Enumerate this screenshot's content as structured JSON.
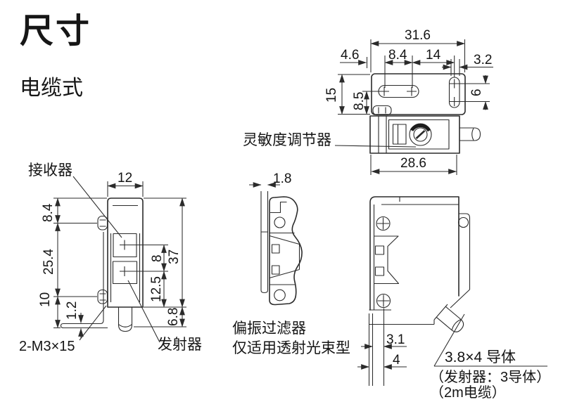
{
  "page": {
    "title": "尺寸",
    "subtitle": "电缆式"
  },
  "top_view": {
    "w_total": "31.6",
    "w_offset": "4.6",
    "w_slot_pitch": "8.4",
    "w_slot_to_hole": "14",
    "w_hole_slot": "3.2",
    "h_plate": "15",
    "h_hole": "8.5",
    "h_hole_pitch": "6",
    "w_body": "28.6",
    "sensitivity_label": "灵敏度调节器"
  },
  "front_view": {
    "w_body": "12",
    "h_top_to_screw": "8.4",
    "h_screw_pitch": "25.4",
    "h_screw_to_bottom": "10",
    "t_bracket": "1.2",
    "lens_pitch": "8",
    "h_body": "37",
    "h_lens_to_bottom": "12.5",
    "h_cable": "6.8",
    "receiver_label": "接收器",
    "emitter_label": "发射器",
    "screw_label": "2-M3×15"
  },
  "filter_view": {
    "thickness": "1.8",
    "name": "偏振过滤器",
    "note": "仅适用透射光束型"
  },
  "side_view": {
    "d_face1": "3.1",
    "d_face2": "4",
    "cable_spec": "3.8×4  导体",
    "cable_note1": "（发射器：3导体）",
    "cable_note2": "（2m电缆）"
  }
}
